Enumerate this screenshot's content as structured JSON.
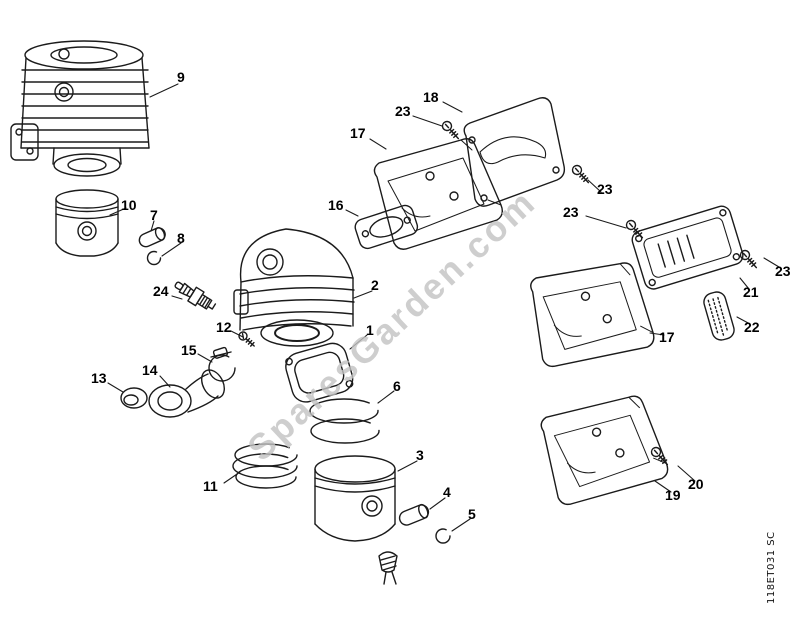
{
  "page": {
    "watermark": "SparesGarden.com",
    "diagram_code": "118ET031 SC",
    "line_color": "#1b1b1b",
    "watermark_color": "#c3c3c3",
    "background": "#ffffff"
  },
  "labels": [
    {
      "text": "9"
    },
    {
      "text": "10"
    },
    {
      "text": "7"
    },
    {
      "text": "8"
    },
    {
      "text": "24"
    },
    {
      "text": "12"
    },
    {
      "text": "15"
    },
    {
      "text": "13"
    },
    {
      "text": "14"
    },
    {
      "text": "11"
    },
    {
      "text": "2"
    },
    {
      "text": "1"
    },
    {
      "text": "6"
    },
    {
      "text": "3"
    },
    {
      "text": "4"
    },
    {
      "text": "5"
    },
    {
      "text": "16"
    },
    {
      "text": "17"
    },
    {
      "text": "18"
    },
    {
      "text": "23"
    },
    {
      "text": "23"
    },
    {
      "text": "23"
    },
    {
      "text": "23"
    },
    {
      "text": "21"
    },
    {
      "text": "22"
    },
    {
      "text": "17"
    },
    {
      "text": "19"
    },
    {
      "text": "20"
    }
  ]
}
